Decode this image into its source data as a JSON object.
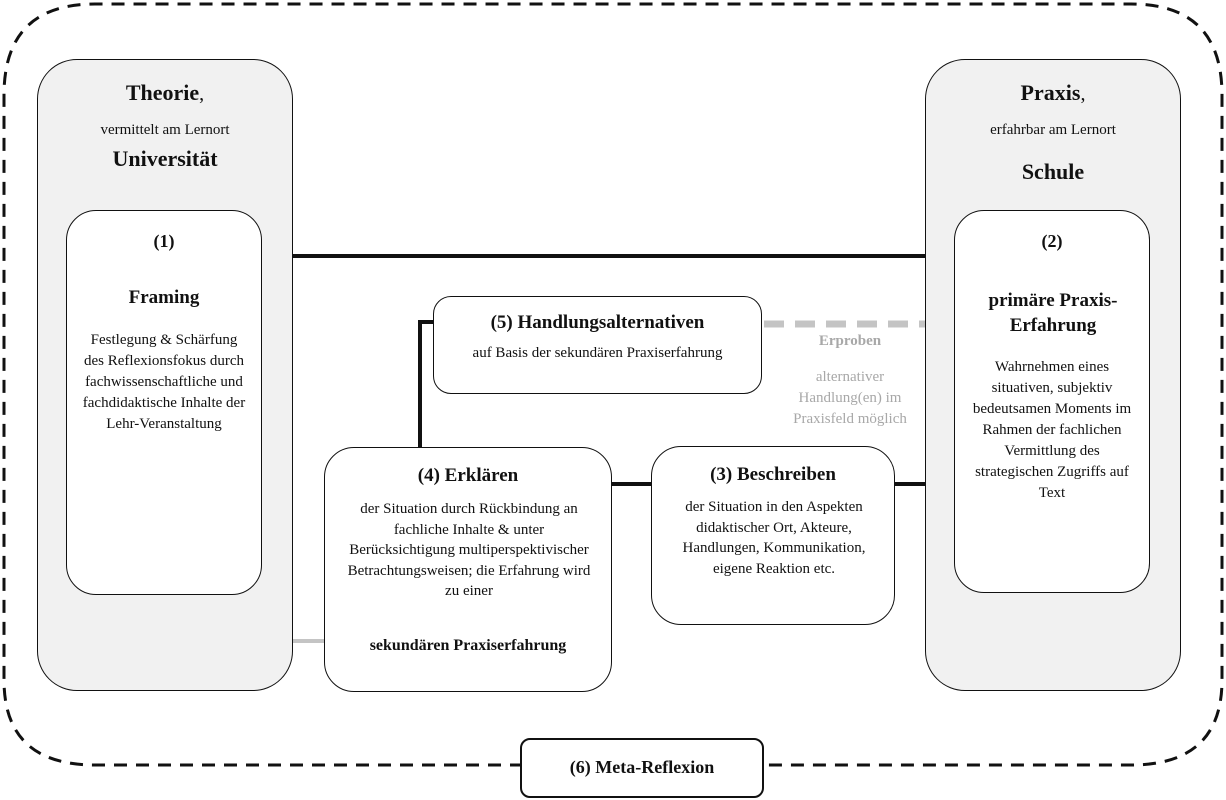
{
  "theory": {
    "title": "Theorie",
    "comma": ",",
    "subtitle": "vermittelt am Lernort",
    "place": "Universität"
  },
  "practice": {
    "title": "Praxis",
    "comma": ",",
    "subtitle": "erfahrbar am Lernort",
    "place": "Schule"
  },
  "step1": {
    "number": "(1)",
    "title": "Framing",
    "text": "Festlegung & Schärfung des Reflexionsfokus durch fachwissenschaftliche und fachdidaktische Inhalte der Lehr-Veranstaltung"
  },
  "step2": {
    "number": "(2)",
    "title": "primäre Praxis-Erfahrung",
    "text": "Wahrnehmen eines situativen, subjektiv bedeutsamen Moments im Rahmen der fachlichen Vermittlung des strategischen Zugriffs auf Text"
  },
  "step3": {
    "title": "(3) Beschreiben",
    "text": "der Situation in den Aspekten didaktischer Ort, Akteure, Handlungen, Kommunikation, eigene Reaktion etc."
  },
  "step4": {
    "title": "(4) Erklären",
    "text": "der Situation durch Rückbindung an fachliche Inhalte & unter Berücksichtigung multiperspektivischer Betrachtungsweisen; die Erfahrung wird zu einer",
    "emphasis": "sekundären Praxiserfahrung"
  },
  "step5": {
    "title": "(5) Handlungsalternativen",
    "text": "auf Basis der sekundären Praxiserfahrung"
  },
  "try_out": {
    "label": "Erproben",
    "text": "alternativer Handlung(en) im Praxisfeld möglich"
  },
  "step6": {
    "title": "(6) Meta-Reflexion"
  },
  "colors": {
    "panel_fill": "#f1f1f1",
    "stroke": "#111111",
    "grey_arrow": "#c4c4c4",
    "grey_text": "#a8a8a8"
  }
}
